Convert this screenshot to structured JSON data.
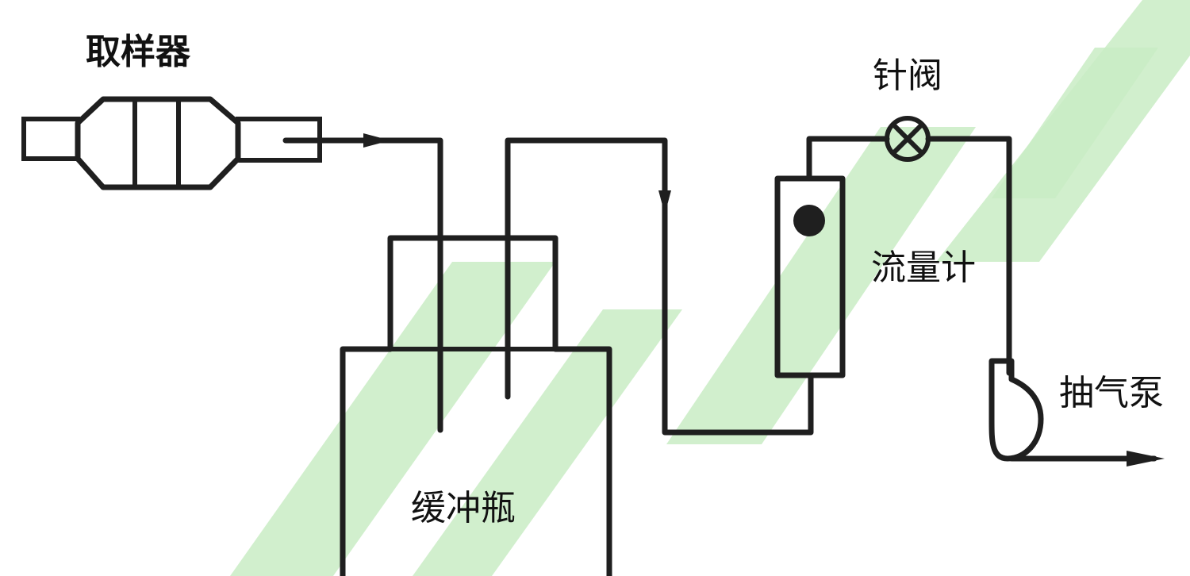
{
  "labels": {
    "sampler": "取样器",
    "needle_valve": "针阀",
    "flowmeter": "流量计",
    "pump": "抽气泵",
    "buffer_bottle": "缓冲瓶"
  },
  "colors": {
    "line": "#1f1f1f",
    "watermark": "#c9ecc4",
    "background": "#ffffff"
  }
}
